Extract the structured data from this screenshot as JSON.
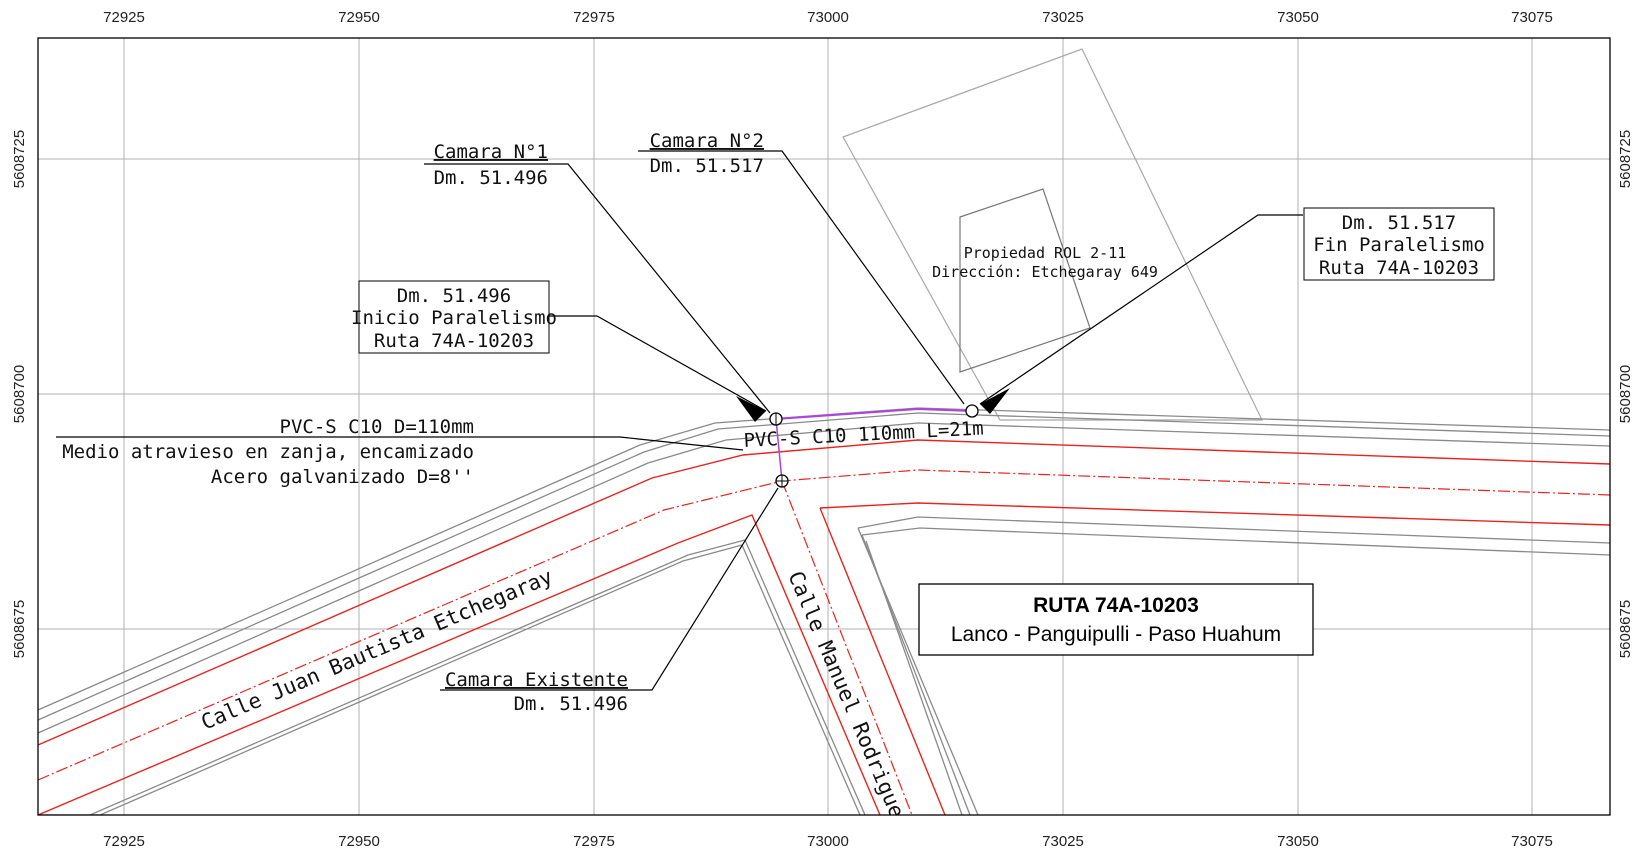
{
  "map": {
    "x_ticks": [
      "72925",
      "72950",
      "72975",
      "73000",
      "73025",
      "73050",
      "73075"
    ],
    "y_ticks": [
      "5608725",
      "5608700",
      "5608675"
    ],
    "title": {
      "route": "RUTA 74A-10203",
      "subtitle": "Lanco - Panguipulli - Paso Huahum"
    },
    "streets": {
      "etchegaray": "Calle Juan Bautista Etchegaray",
      "rodriguez": "Calle Manuel Rodriguez"
    },
    "property": {
      "line1": "Propiedad ROL 2-11",
      "line2": "Dirección: Etchegaray 649"
    },
    "pipe_label": "PVC-S C10 110mm L=21m",
    "camara1": {
      "name": "Camara N°1",
      "dm": "Dm. 51.496"
    },
    "camara2": {
      "name": "Camara N°2",
      "dm": "Dm. 51.517"
    },
    "camara_existente": {
      "name": "Camara Existente",
      "dm": "Dm. 51.496"
    },
    "inicio_box": {
      "line1": "Dm. 51.496",
      "line2": "Inicio Paralelismo",
      "line3": "Ruta 74A-10203"
    },
    "fin_box": {
      "line1": "Dm. 51.517",
      "line2": "Fin Paralelismo",
      "line3": "Ruta 74A-10203"
    },
    "crossing": {
      "line1": "PVC-S C10 D=110mm",
      "line2": "Medio atravieso en zanja, encamizado",
      "line3": "Acero galvanizado D=8''"
    },
    "colors": {
      "road_edge": "#e8231e",
      "gray_lines": "#8a8a8a",
      "pipe": "#b040e0"
    }
  }
}
